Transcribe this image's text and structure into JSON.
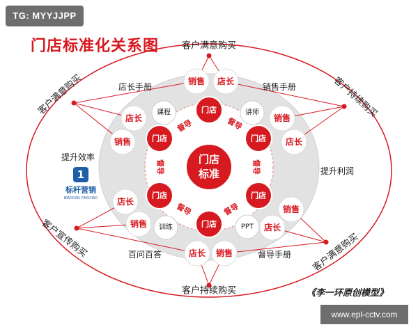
{
  "watermarks": {
    "tag": "TG: MYYJJPP",
    "site": "www.epl-cctv.com"
  },
  "title": "门店标准化关系图",
  "center": {
    "line1": "门店",
    "line2": "标准"
  },
  "credit": "《李一环原创模型》",
  "colors": {
    "accent": "#d71920",
    "ring": "#e2e2e2",
    "border": "#b71c1c",
    "text": "#222222"
  },
  "outer_labels": {
    "top": "客户满意购买",
    "bottom": "客户持续购买",
    "upper_left": "客户满意购买",
    "upper_right": "客户持续购买",
    "lower_left": "客户宣传购买",
    "lower_right": "客户满意购买"
  },
  "section_labels": {
    "top_left": "店长手册",
    "top_right": "销售手册",
    "left": "提升效率",
    "right": "提升利润",
    "bottom_left": "百问百答",
    "bottom_right": "督导手册"
  },
  "logo": {
    "mark": "1",
    "name": "标杆营销",
    "sub": "BIAOGAN YINGXIAO"
  },
  "middle_ring": {
    "store": "门店",
    "supervise": "督导"
  },
  "tools": {
    "course": "课程",
    "lecturer": "讲师",
    "ppt": "PPT",
    "training": "训练"
  },
  "roles": {
    "sales": "销售",
    "manager": "店长"
  }
}
